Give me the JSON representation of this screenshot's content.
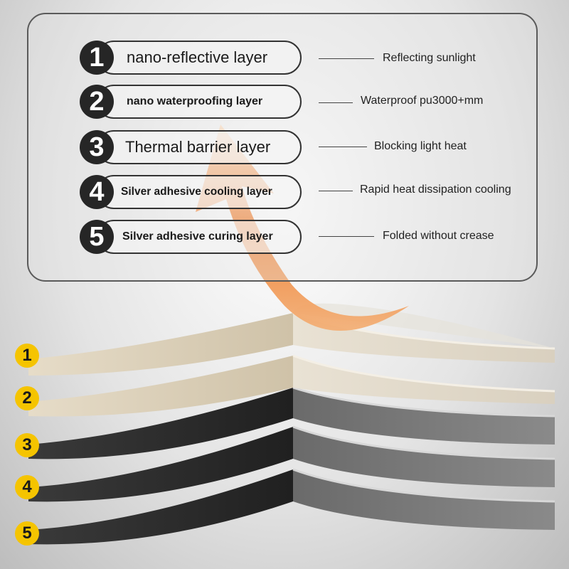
{
  "layers": [
    {
      "num": "1",
      "name": "nano-reflective layer",
      "desc": "Reflecting sunlight"
    },
    {
      "num": "2",
      "name": "nano waterproofing layer",
      "desc": "Waterproof pu3000+mm"
    },
    {
      "num": "3",
      "name": "Thermal barrier layer",
      "desc": "Blocking light heat"
    },
    {
      "num": "4",
      "name": "Silver adhesive cooling layer",
      "desc": "Rapid heat dissipation cooling"
    },
    {
      "num": "5",
      "name": "Silver adhesive curing layer",
      "desc": "Folded without crease"
    }
  ],
  "colors": {
    "badge": "#f5c400",
    "fabric_beige": "#d9cdb6",
    "fabric_dark": "#2e2e2e",
    "arrow": "#f07a28"
  }
}
